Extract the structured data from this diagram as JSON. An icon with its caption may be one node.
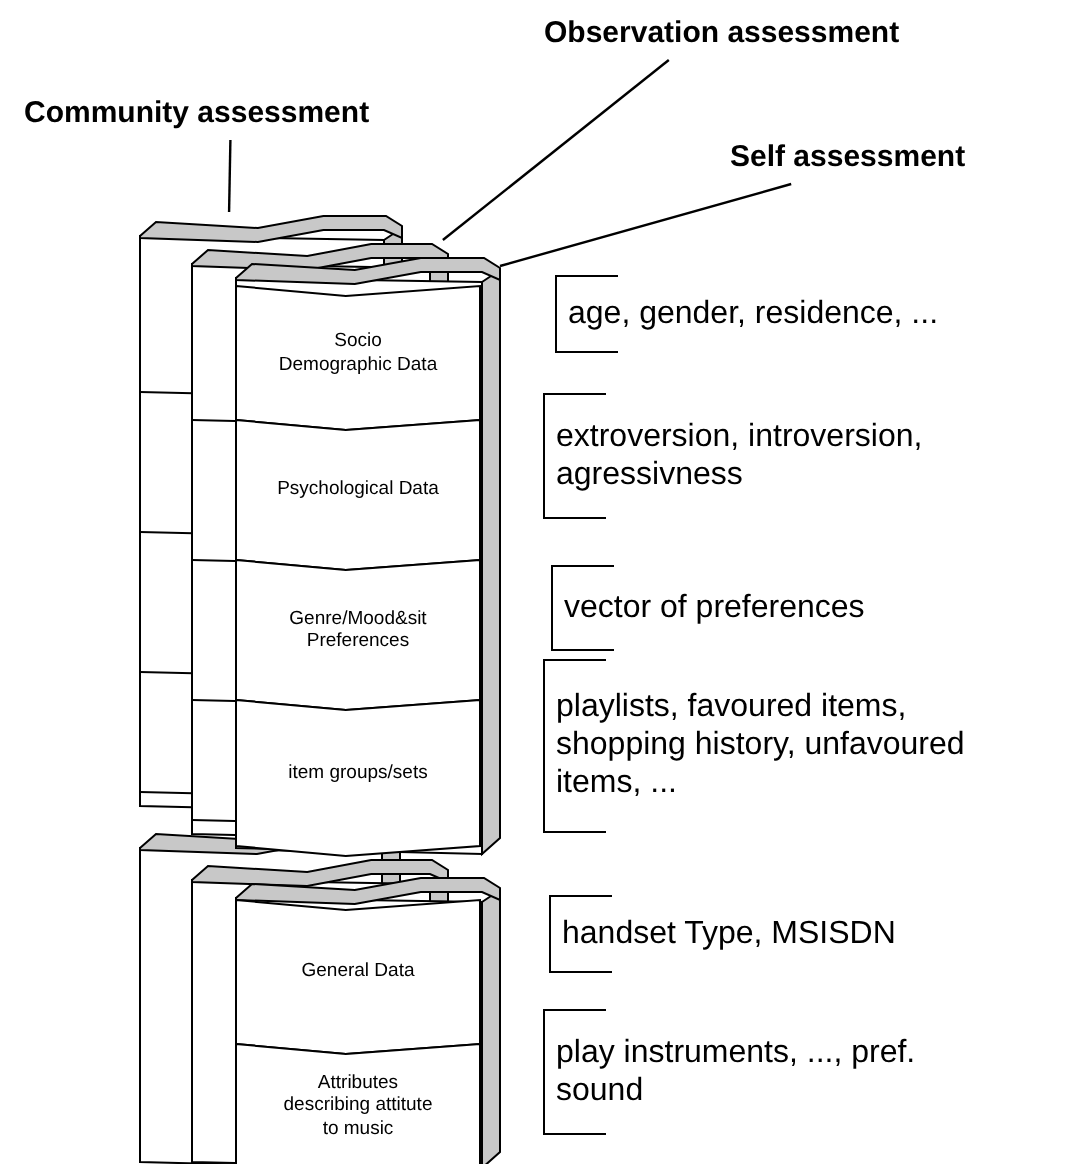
{
  "diagram": {
    "nodes": [
      {
        "text": [
          "Community  assessment"
        ]
      },
      {
        "text": [
          "Observation assessment"
        ]
      },
      {
        "text": [
          "Self  assessment"
        ]
      },
      {
        "text": [],
        "shape": "box"
      },
      {
        "text": [],
        "shape": "box"
      },
      {
        "text": [],
        "shape": "box"
      },
      {
        "text": [
          "Socio Demographic Data"
        ],
        "in": 5
      },
      {
        "text": [
          "Psychological Data"
        ],
        "in": 5
      },
      {
        "text": [
          "Genre/Mood&sit Preferences"
        ],
        "in": 5
      },
      {
        "text": [
          "item groups/sets"
        ],
        "in": 5
      },
      {
        "text": [
          "General Data"
        ]
      },
      {
        "text": [
          "Attributes describing attitute to music"
        ]
      }
    ],
    "edges": [
      {
        "from": 0,
        "to": 3,
        "arrow": "none"
      },
      {
        "from": 1,
        "to": 4,
        "arrow": "none"
      },
      {
        "from": 2,
        "to": 5,
        "arrow": "none"
      }
    ],
    "labels": [
      "age, gender, residence, ...",
      "extroversion, introversion, agressivness",
      "vector of preferences",
      "playlists, favoured items, shopping history, unfavoured items, ...",
      "handset Type, MSISDN",
      "play instruments, ..., pref. sound"
    ]
  }
}
